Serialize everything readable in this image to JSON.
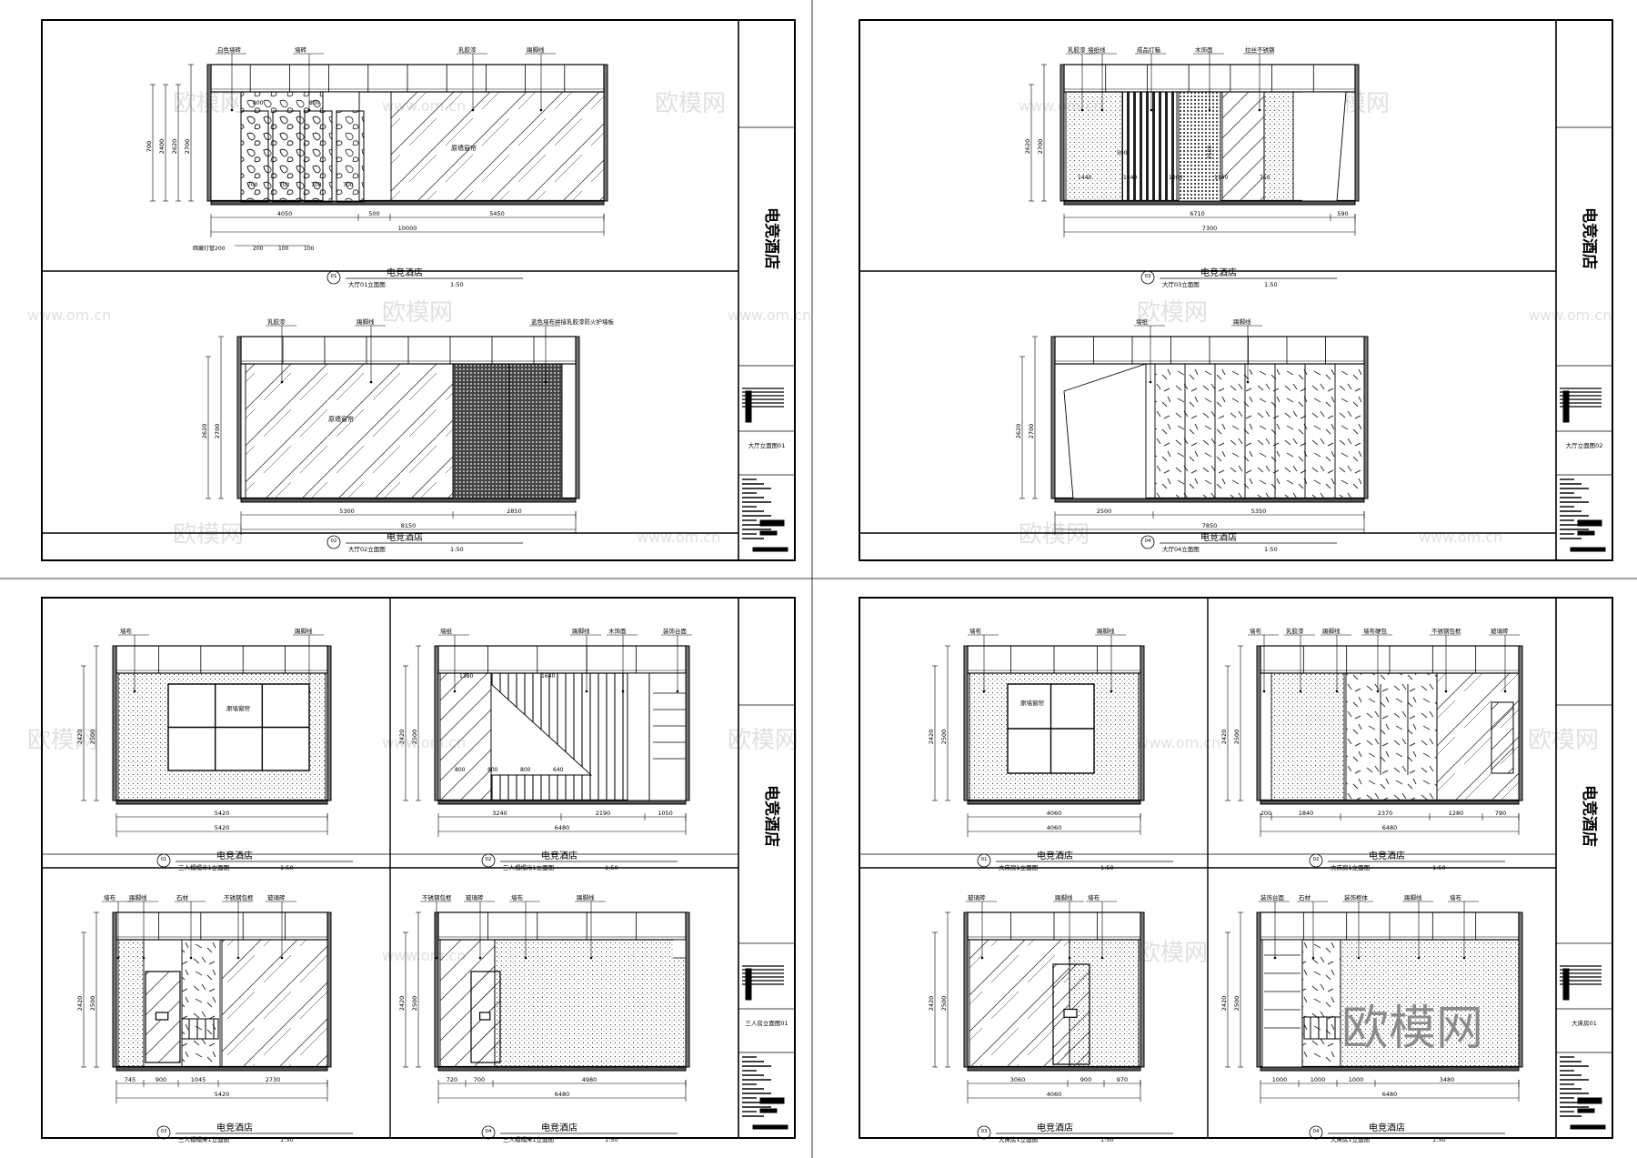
{
  "brand": "电竞酒店",
  "project": "电竞酒店",
  "watermark": "欧模网",
  "watermark_url": "www.om.cn",
  "sheets": [
    {
      "id": "sheet-1",
      "sheet_title": "大厅立面图01",
      "views": [
        {
          "num": "01",
          "title": "大厅01立面图",
          "scale": "1:50",
          "top_dims": [
            "800",
            "800"
          ],
          "heights": [
            "2700",
            "2620",
            "2400",
            "700"
          ],
          "bottom_dims": [
            "4050",
            "500",
            "5450"
          ],
          "bottom_total": "10000",
          "inner_dims": [
            "700",
            "700",
            "700",
            "700"
          ],
          "center_label": "原墙窗帘",
          "callouts": [
            "白色墙砖",
            "墙砖",
            "乳胶漆",
            "踢脚线"
          ],
          "sub_note": "暗藏灯管200",
          "sub_dims": [
            "200",
            "100",
            "100"
          ]
        },
        {
          "num": "02",
          "title": "大厅02立面图",
          "scale": "1:50",
          "heights": [
            "2700",
            "2620"
          ],
          "bottom_dims": [
            "5300",
            "2850"
          ],
          "bottom_total": "8150",
          "center_label": "原墙窗帘",
          "callouts": [
            "乳胶漆",
            "踢脚线",
            "蓝色墙布拼接乳胶漆防火护墙板"
          ]
        }
      ]
    },
    {
      "id": "sheet-2",
      "sheet_title": "大厅立面图02",
      "views": [
        {
          "num": "03",
          "title": "大厅03立面图",
          "scale": "1:50",
          "heights": [
            "2700",
            "2620"
          ],
          "inner_dims": [
            "1440",
            "1440",
            "1000",
            "1100",
            "750"
          ],
          "mid_dims": [
            "500",
            "2500"
          ],
          "bottom_dims": [
            "6710",
            "590"
          ],
          "bottom_total": "7300",
          "callouts": [
            "乳胶漆",
            "墙纸线",
            "成品灯箱",
            "木饰面",
            "拉丝不锈钢"
          ]
        },
        {
          "num": "04",
          "title": "大厅04立面图",
          "scale": "1:50",
          "heights": [
            "2700",
            "2620"
          ],
          "bottom_dims": [
            "2500",
            "5350"
          ],
          "bottom_total": "7850",
          "callouts": [
            "墙纸",
            "踢脚线"
          ]
        }
      ]
    },
    {
      "id": "sheet-3",
      "sheet_title": "三人房立面图01",
      "views": [
        {
          "num": "01",
          "title": "三人榻榻米1立面图",
          "scale": "1:50",
          "heights": [
            "2500",
            "2420"
          ],
          "bottom_dims": [
            "5420"
          ],
          "bottom_total": "5420",
          "center_label": "原墙窗帘",
          "callouts": [
            "墙布",
            "踢脚线"
          ]
        },
        {
          "num": "02",
          "title": "三人榻榻米1立面图",
          "scale": "1:50",
          "heights": [
            "2500",
            "2420"
          ],
          "top_dims": [
            "1380",
            "1640"
          ],
          "inner_dims": [
            "800",
            "800",
            "800",
            "640"
          ],
          "bottom_dims": [
            "3240",
            "2190",
            "1050"
          ],
          "bottom_total": "6480",
          "callouts": [
            "墙纸",
            "踢脚线",
            "木饰面",
            "装饰台面"
          ]
        },
        {
          "num": "03",
          "title": "三人榻榻米1立面图",
          "scale": "1:50",
          "heights": [
            "2500",
            "2420"
          ],
          "bottom_dims": [
            "745",
            "900",
            "1045",
            "2730"
          ],
          "bottom_total": "5420",
          "callouts": [
            "墙布",
            "踢脚线",
            "石材",
            "不锈钢包框",
            "玻璃砖"
          ]
        },
        {
          "num": "04",
          "title": "三人榻榻米1立面图",
          "scale": "1:50",
          "heights": [
            "2500",
            "2420"
          ],
          "bottom_dims": [
            "720",
            "700",
            "4980"
          ],
          "bottom_total": "6480",
          "callouts": [
            "不锈钢包框",
            "玻璃砖",
            "墙布",
            "踢脚线"
          ]
        }
      ]
    },
    {
      "id": "sheet-4",
      "sheet_title": "大床房01",
      "views": [
        {
          "num": "01",
          "title": "大床房1立面图",
          "scale": "1:50",
          "heights": [
            "2500",
            "2420"
          ],
          "bottom_dims": [
            "4060"
          ],
          "bottom_total": "4060",
          "center_label": "原墙窗帘",
          "callouts": [
            "墙布",
            "踢脚线"
          ]
        },
        {
          "num": "02",
          "title": "大床房1立面图",
          "scale": "1:50",
          "heights": [
            "2500",
            "2420"
          ],
          "bottom_dims": [
            "200",
            "1840",
            "2370",
            "1280",
            "790"
          ],
          "bottom_total": "6480",
          "callouts": [
            "墙布",
            "乳胶漆",
            "踢脚线",
            "墙布硬包",
            "不锈钢包框",
            "玻璃砖"
          ]
        },
        {
          "num": "03",
          "title": "大床房1立面图",
          "scale": "1:50",
          "heights": [
            "2500",
            "2420"
          ],
          "bottom_dims": [
            "3060",
            "900",
            "970"
          ],
          "bottom_total": "4060",
          "callouts": [
            "玻璃砖",
            "踢脚线",
            "墙布"
          ]
        },
        {
          "num": "04",
          "title": "大床房1立面图",
          "scale": "1:50",
          "heights": [
            "2500",
            "2420"
          ],
          "bottom_dims": [
            "1000",
            "1000",
            "1000",
            "3480"
          ],
          "bottom_total": "6480",
          "callouts": [
            "装饰台面",
            "石材",
            "装饰柜体",
            "踢脚线",
            "墙布"
          ]
        }
      ]
    }
  ]
}
